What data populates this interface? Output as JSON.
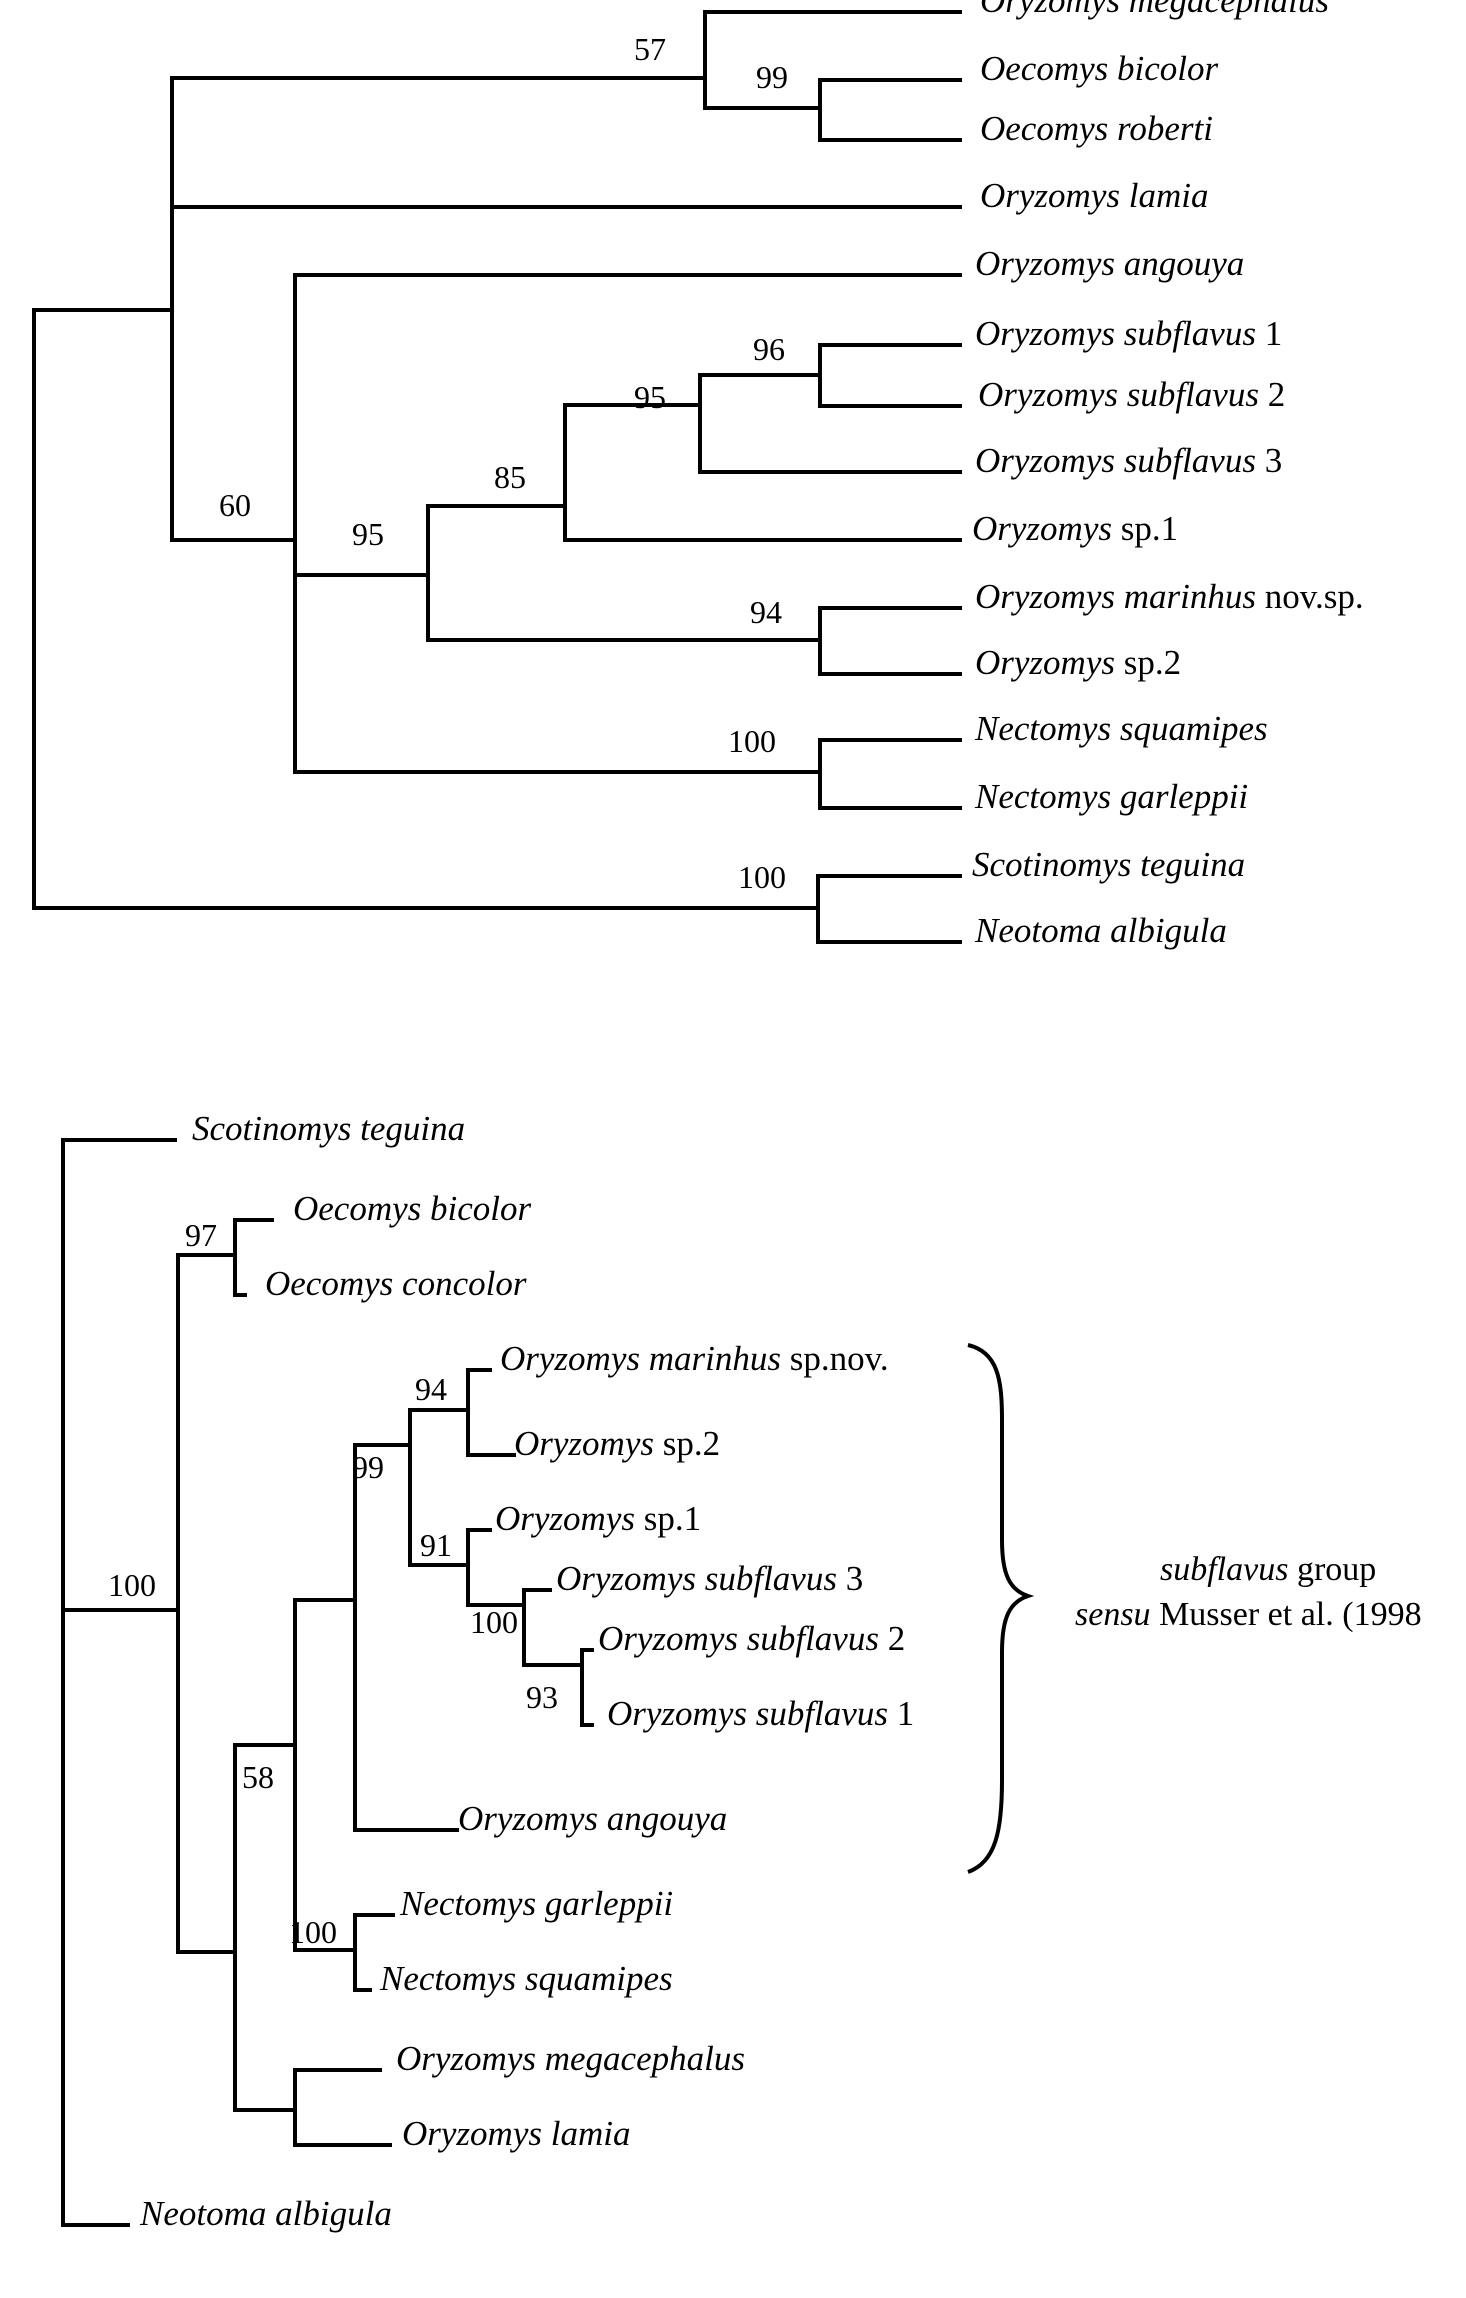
{
  "tree_top": {
    "taxa": [
      {
        "genus": "Oryzomys",
        "species": "megacephalus",
        "suffix": ""
      },
      {
        "genus": "Oecomys",
        "species": "bicolor",
        "suffix": ""
      },
      {
        "genus": "Oecomys",
        "species": "roberti",
        "suffix": ""
      },
      {
        "genus": "Oryzomys",
        "species": "lamia",
        "suffix": ""
      },
      {
        "genus": "Oryzomys",
        "species": "angouya",
        "suffix": ""
      },
      {
        "genus": "Oryzomys",
        "species": "subflavus",
        "suffix": " 1"
      },
      {
        "genus": "Oryzomys",
        "species": "subflavus",
        "suffix": " 2"
      },
      {
        "genus": "Oryzomys",
        "species": "subflavus",
        "suffix": " 3"
      },
      {
        "genus": "Oryzomys",
        "species": "",
        "suffix": " sp.1"
      },
      {
        "genus": "Oryzomys",
        "species": "marinhus",
        "suffix": " nov.sp."
      },
      {
        "genus": "Oryzomys",
        "species": "",
        "suffix": " sp.2"
      },
      {
        "genus": "Nectomys",
        "species": "squamipes",
        "suffix": ""
      },
      {
        "genus": "Nectomys",
        "species": "garleppii",
        "suffix": ""
      },
      {
        "genus": "Scotinomys",
        "species": "teguina",
        "suffix": ""
      },
      {
        "genus": "Neotoma",
        "species": "albigula",
        "suffix": ""
      }
    ],
    "support_values": [
      "57",
      "99",
      "96",
      "95",
      "85",
      "60",
      "95",
      "94",
      "100",
      "100"
    ]
  },
  "tree_bottom": {
    "taxa": [
      {
        "genus": "Scotinomys",
        "species": "teguina",
        "suffix": ""
      },
      {
        "genus": "Oecomys",
        "species": "bicolor",
        "suffix": ""
      },
      {
        "genus": "Oecomys",
        "species": "concolor",
        "suffix": ""
      },
      {
        "genus": "Oryzomys",
        "species": "marinhus",
        "suffix": " sp.nov."
      },
      {
        "genus": "Oryzomys",
        "species": "",
        "suffix": " sp.2"
      },
      {
        "genus": "Oryzomys",
        "species": "",
        "suffix": " sp.1"
      },
      {
        "genus": "Oryzomys",
        "species": "subflavus",
        "suffix": " 3"
      },
      {
        "genus": "Oryzomys",
        "species": "subflavus",
        "suffix": " 2"
      },
      {
        "genus": "Oryzomys",
        "species": "subflavus",
        "suffix": " 1"
      },
      {
        "genus": "Oryzomys",
        "species": "angouya",
        "suffix": ""
      },
      {
        "genus": "Nectomys",
        "species": "garleppii",
        "suffix": ""
      },
      {
        "genus": "Nectomys",
        "species": "squamipes",
        "suffix": ""
      },
      {
        "genus": "Oryzomys",
        "species": "megacephalus",
        "suffix": ""
      },
      {
        "genus": "Oryzomys",
        "species": "lamia",
        "suffix": ""
      },
      {
        "genus": "Neotoma",
        "species": "albigula",
        "suffix": ""
      }
    ],
    "support_values": [
      "97",
      "94",
      "99",
      "91",
      "100",
      "93",
      "100",
      "58",
      "100"
    ],
    "group_label": {
      "line1_italic": "subflavus",
      "line1_rest": " group",
      "line2_italic": "sensu",
      "line2_rest": " Musser et al. (1998"
    }
  }
}
